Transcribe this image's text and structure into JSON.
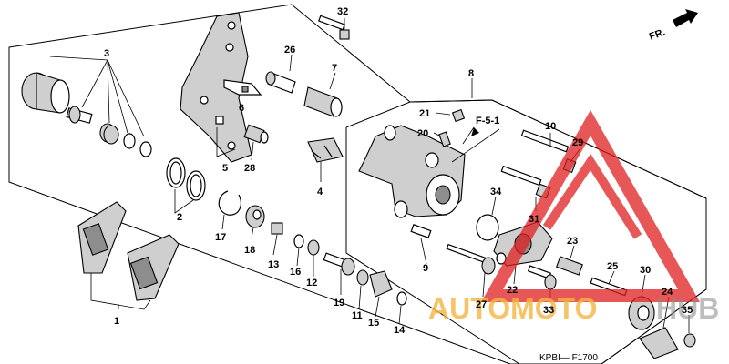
{
  "diagram": {
    "callouts": {
      "c1": "1",
      "c2": "2",
      "c3": "3",
      "c4": "4",
      "c5": "5",
      "c6": "6",
      "c7": "7",
      "c8": "8",
      "c9": "9",
      "c10": "10",
      "c11": "11",
      "c12": "12",
      "c13": "13",
      "c14": "14",
      "c15": "15",
      "c16": "16",
      "c17": "17",
      "c18": "18",
      "c19": "19",
      "c20": "20",
      "c21": "21",
      "c22": "22",
      "c23": "23",
      "c24": "24",
      "c25": "25",
      "c26": "26",
      "c27": "27",
      "c28": "28",
      "c29": "29",
      "c30": "30",
      "c31": "31",
      "c32": "32",
      "c33": "33",
      "c34": "34",
      "c35": "35"
    },
    "reference": "F-5-1",
    "direction": "FR.",
    "code": "KPBI— F1700",
    "watermark": {
      "word": "AUTOMOTO",
      "word2": "HUB",
      "triangle_color": "#e02020",
      "text_color": "#f5b542"
    }
  }
}
